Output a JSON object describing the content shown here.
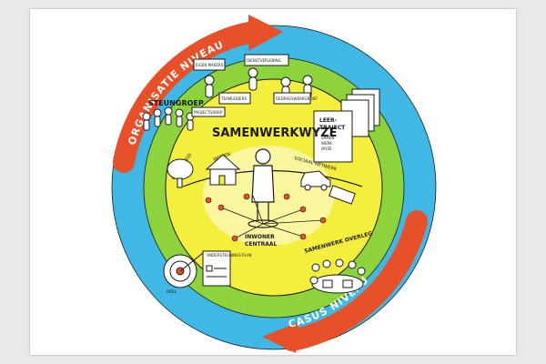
{
  "title": "SAMENWERKWYZE",
  "top_arrow_label": "ORGANISATIE NIVEAU",
  "bottom_arrow_label": "CASUS NIVEAU",
  "center_label_line1": "INWONER",
  "center_label_line2": "CENTRAAL",
  "stuurgroep_label": "STEUNGROEP",
  "projectgroep_label": "PROJECTGROEP",
  "top_signs": [
    "EIGEN MAKERS",
    "DIENSTVERLENING",
    "TEAMLEIDERS",
    "GEDRAGSWERKGROEP"
  ],
  "leertraject": {
    "title_line1": "LEER-",
    "title_line2": "TRAJECT",
    "sub1": "SAMEN",
    "sub2": "WERK",
    "sub3": "WYZE"
  },
  "gezondheid_label": "GEZONDHEID",
  "wonen_label": "WONEN",
  "sociaal_label": "SOCIAAL NETWERK",
  "samenwerken_label": "SAMENWERK OVERLEG",
  "ondersteuningsplan_label": "ONDERSTEUNINGS PLAN",
  "target_label": "DOEL",
  "colors": {
    "outer_ring": "#3fb8e6",
    "middle_ring": "#8cd33c",
    "inner_disk": "#f4ef3c",
    "arrow": "#e8502a",
    "line": "#1a1a1a"
  }
}
